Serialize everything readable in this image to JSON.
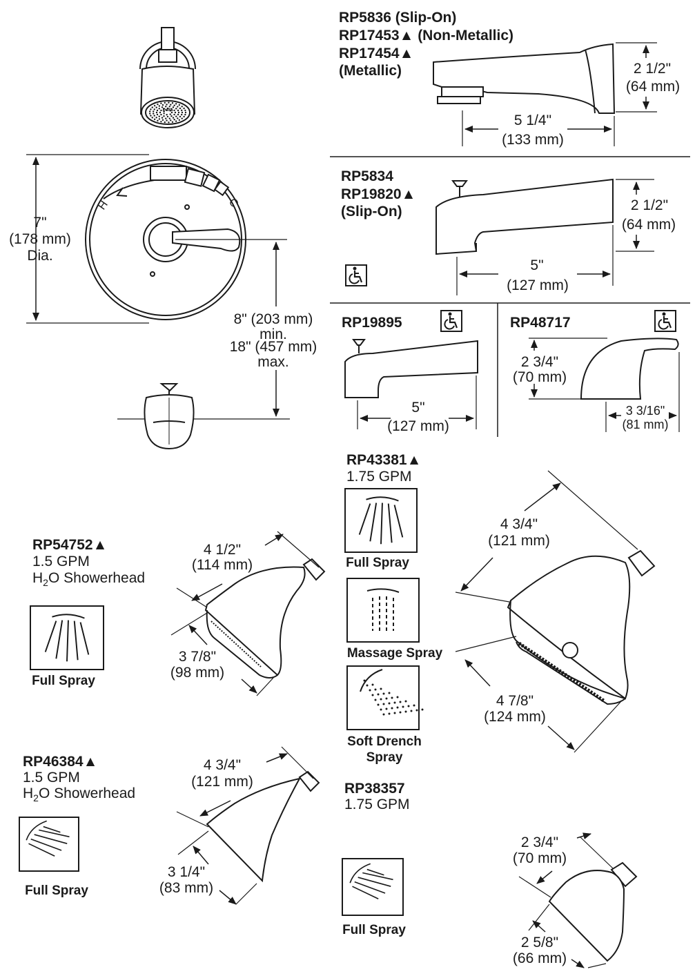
{
  "trim": {
    "dia_in": "7\"",
    "dia_mm": "(178 mm)",
    "dia_word": "Dia.",
    "hot": "H",
    "cold": "C",
    "spout_min_in": "8\" (203 mm)",
    "spout_min_word": "min.",
    "spout_max_in": "18\" (457 mm)",
    "spout_max_word": "max.",
    "logo_text": "Delta"
  },
  "spout_rp5836": {
    "line1": "RP5836 (Slip-On)",
    "line2": "RP17453▲ (Non-Metallic)",
    "line3": "RP17454▲",
    "line4": "(Metallic)",
    "height_in": "2 1/2\"",
    "height_mm": "(64 mm)",
    "length_in": "5 1/4\"",
    "length_mm": "(133 mm)"
  },
  "spout_rp5834": {
    "line1": "RP5834",
    "line2": "RP19820▲",
    "line3": "(Slip-On)",
    "height_in": "2 1/2\"",
    "height_mm": "(64 mm)",
    "length_in": "5\"",
    "length_mm": "(127 mm)"
  },
  "spout_rp19895": {
    "model": "RP19895",
    "length_in": "5\"",
    "length_mm": "(127 mm)"
  },
  "spout_rp48717": {
    "model": "RP48717",
    "height_in": "2 3/4\"",
    "height_mm": "(70 mm)",
    "length_in": "3 3/16\"",
    "length_mm": "(81 mm)"
  },
  "head_rp43381": {
    "model": "RP43381▲",
    "flow": "1.75 GPM",
    "spray1": "Full Spray",
    "spray2": "Massage Spray",
    "spray3a": "Soft Drench",
    "spray3b": "Spray",
    "dim1_in": "4 3/4\"",
    "dim1_mm": "(121 mm)",
    "dim2_in": "4 7/8\"",
    "dim2_mm": "(124 mm)"
  },
  "head_rp54752": {
    "model": "RP54752▲",
    "flow": "1.5 GPM",
    "name_pre": "H",
    "name_sub": "2",
    "name_post": "O Showerhead",
    "spray": "Full Spray",
    "dim1_in": "4 1/2\"",
    "dim1_mm": "(114 mm)",
    "dim2_in": "3 7/8\"",
    "dim2_mm": "(98 mm)"
  },
  "head_rp46384": {
    "model": "RP46384▲",
    "flow": "1.5 GPM",
    "name_pre": "H",
    "name_sub": "2",
    "name_post": "O Showerhead",
    "spray": "Full Spray",
    "dim1_in": "4 3/4\"",
    "dim1_mm": "(121 mm)",
    "dim2_in": "3 1/4\"",
    "dim2_mm": "(83 mm)"
  },
  "head_rp38357": {
    "model": "RP38357",
    "flow": "1.75 GPM",
    "spray": "Full Spray",
    "dim1_in": "2 3/4\"",
    "dim1_mm": "(70 mm)",
    "dim2_in": "2 5/8\"",
    "dim2_mm": "(66 mm)"
  },
  "icons": [
    "accessibility-icon",
    "full-spray-icon",
    "massage-spray-icon",
    "soft-drench-spray-icon"
  ]
}
